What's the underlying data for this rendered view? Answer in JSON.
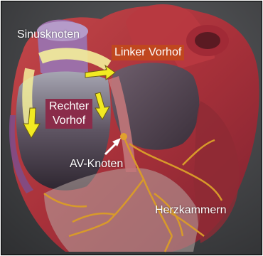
{
  "labels": {
    "sinusknoten": "Sinusknoten",
    "linker_vorhof": "Linker Vorhof",
    "rechter_vorhof_line1": "Rechter",
    "rechter_vorhof_line2": "Vorhof",
    "av_knoten": "AV-Knoten",
    "herzkammern": "Herzkammern"
  },
  "colors": {
    "linker_vorhof_box": "#c0471f",
    "rechter_vorhof_box": "#8a2c4a",
    "conduction_path": "#d89a2a",
    "impulse_arrows": "#f2ea22",
    "sinus_node": "#b59bc9"
  }
}
